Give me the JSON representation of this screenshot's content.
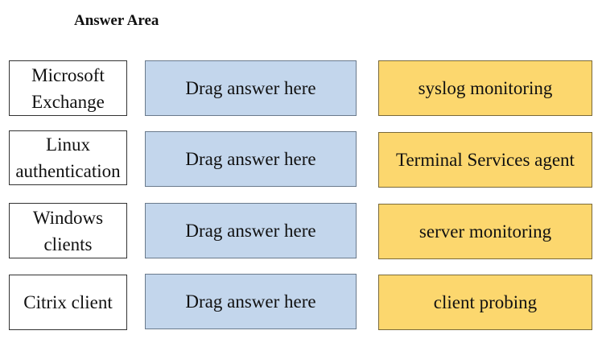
{
  "title": "Answer Area",
  "colors": {
    "drop_zone_fill": "#c3d6ec",
    "option_fill": "#fcd76e",
    "label_border": "#333333"
  },
  "rows": [
    {
      "label_lines": [
        "Microsoft",
        "Exchange"
      ],
      "drop_text": "Drag answer here",
      "option": "syslog monitoring"
    },
    {
      "label_lines": [
        "Linux",
        "authentication"
      ],
      "drop_text": "Drag answer here",
      "option": "Terminal Services agent"
    },
    {
      "label_lines": [
        "Windows",
        "clients"
      ],
      "drop_text": "Drag answer here",
      "option": "server monitoring"
    },
    {
      "label_lines": [
        "Citrix client"
      ],
      "drop_text": "Drag answer here",
      "option": "client probing"
    }
  ]
}
